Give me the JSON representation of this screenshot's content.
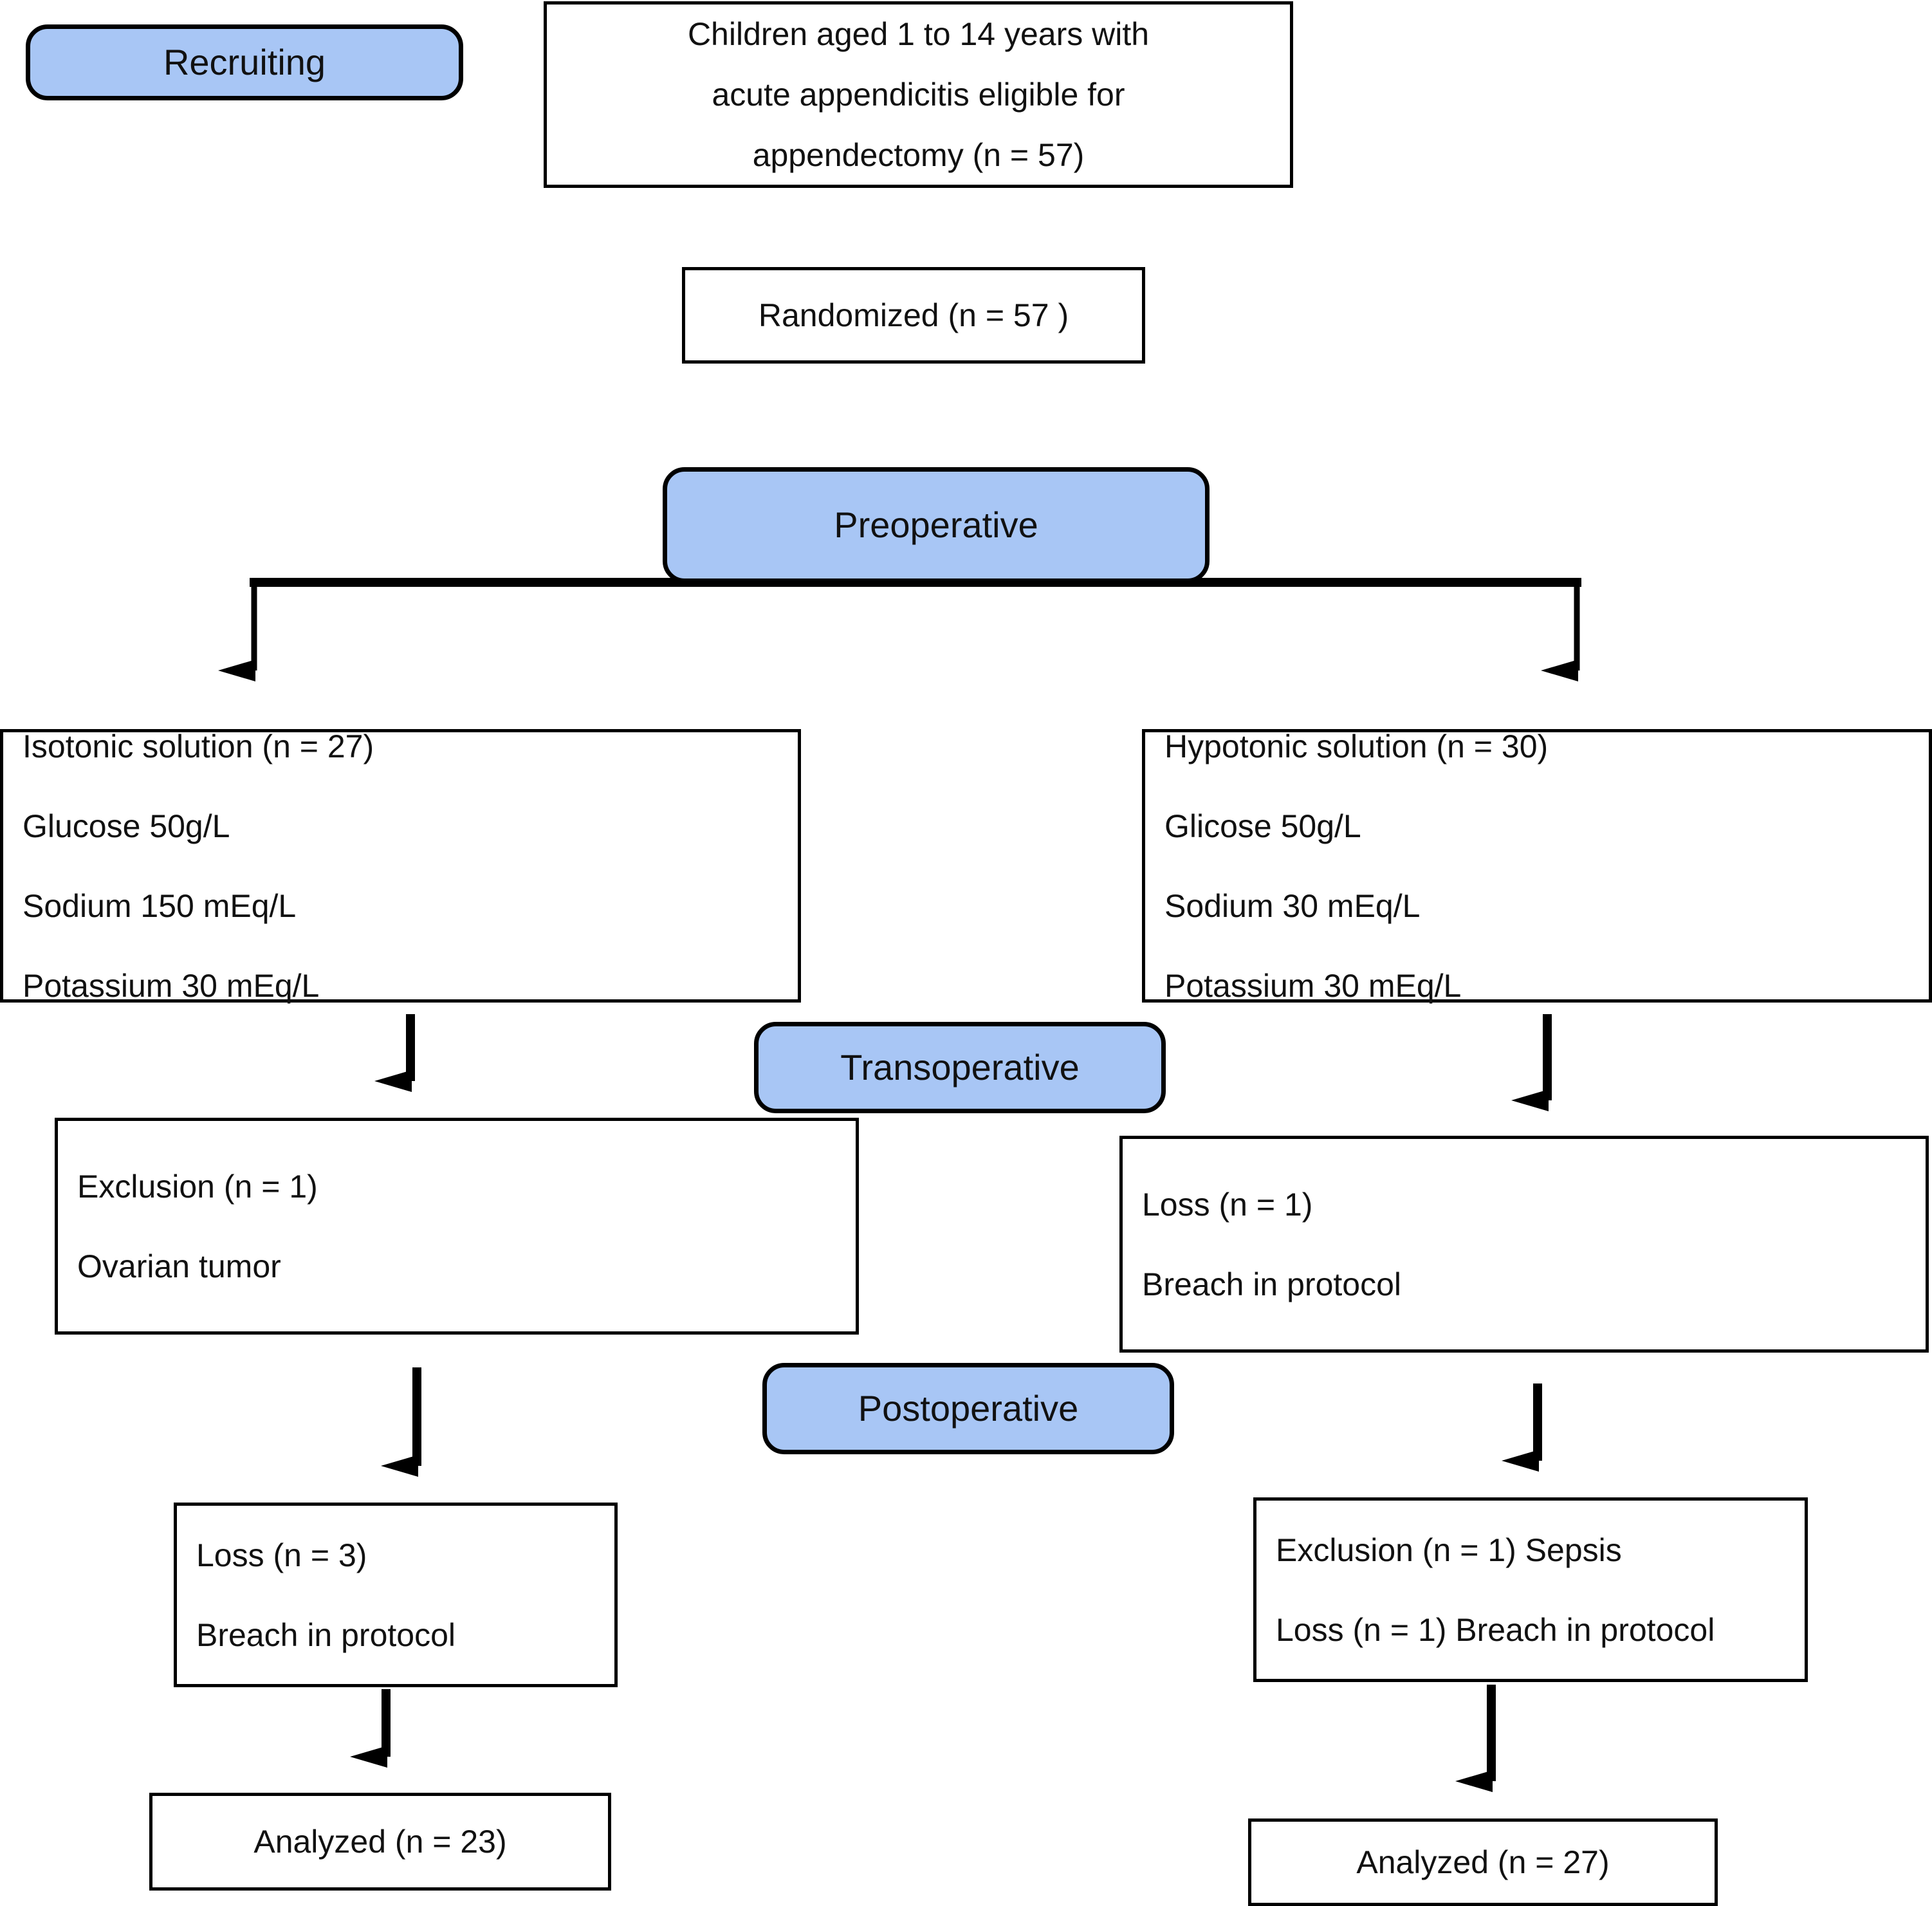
{
  "diagram": {
    "title": "CONSORT participant flow diagram",
    "colors": {
      "stage_pill_fill": "#a8c6f5",
      "border": "#000000",
      "box_fill": "#ffffff",
      "text": "#111111"
    }
  },
  "stages": [
    {
      "id": "recruiting",
      "label": "Recruiting"
    },
    {
      "id": "preoperative",
      "label": "Preoperative"
    },
    {
      "id": "transoperative",
      "label": "Transoperative"
    },
    {
      "id": "postoperative",
      "label": "Postoperative"
    }
  ],
  "nodes": {
    "eligible": {
      "lines": [
        "Children aged 1 to 14 years with",
        "acute appendicitis eligible for",
        "appendectomy (n = 57)"
      ],
      "n": 57
    },
    "randomized": {
      "lines": [
        "Randomized (n = 57 )"
      ],
      "n": 57
    },
    "isotonic": {
      "lines": [
        "Isotonic solution (n = 27)",
        "Glucose 50g/L",
        "Sodium 150 mEq/L",
        "Potassium 30 mEq/L"
      ],
      "n": 27
    },
    "hypotonic": {
      "lines": [
        "Hypotonic solution (n = 30)",
        "Glicose 50g/L",
        "Sodium 30 mEq/L",
        "Potassium 30 mEq/L"
      ],
      "n": 30
    },
    "exclusion_left": {
      "lines": [
        "Exclusion (n = 1)",
        "Ovarian tumor"
      ],
      "n": 1
    },
    "loss_right": {
      "lines": [
        "Loss (n = 1)",
        "Breach in protocol"
      ],
      "n": 1
    },
    "loss_left": {
      "lines": [
        "Loss (n = 3)",
        "Breach in protocol"
      ],
      "n": 3
    },
    "exclusion_right": {
      "lines": [
        "Exclusion (n = 1) Sepsis",
        "Loss (n = 1) Breach in protocol"
      ],
      "n": 2
    },
    "analyzed_left": {
      "lines": [
        "Analyzed (n = 23)"
      ],
      "n": 23
    },
    "analyzed_right": {
      "lines": [
        "Analyzed (n = 27)"
      ],
      "n": 27
    }
  }
}
